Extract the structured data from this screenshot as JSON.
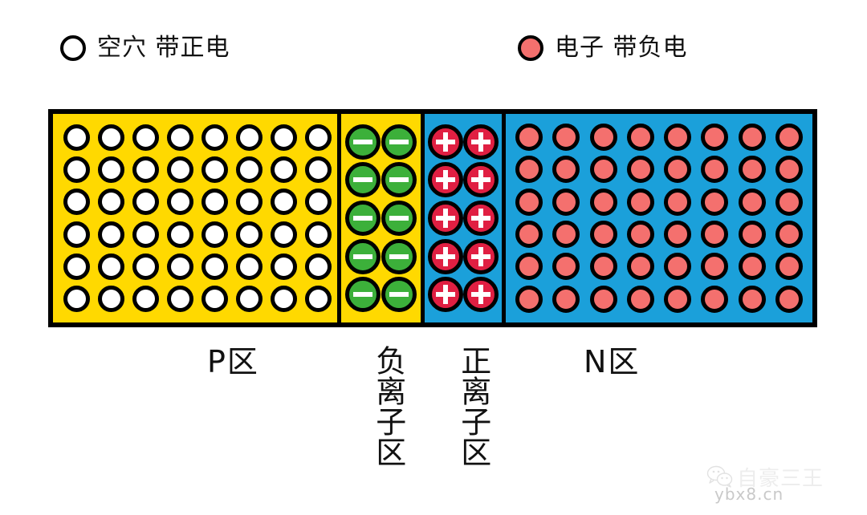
{
  "legend": {
    "hole": {
      "icon": "hole-circle-icon",
      "label": "空穴 带正电",
      "fill": "#ffffff",
      "stroke": "#000000"
    },
    "electron": {
      "icon": "electron-circle-icon",
      "label": "电子 带负电",
      "fill": "#f4706e",
      "stroke": "#000000"
    }
  },
  "diagram": {
    "border_color": "#000000",
    "zones": [
      {
        "key": "p",
        "label": "P区",
        "background": "#ffd900",
        "carrier": "hole",
        "carrier_fill": "#ffffff",
        "rows": 6,
        "cols": 8,
        "count": 48,
        "sign": ""
      },
      {
        "key": "negative_ion",
        "label": "负离子区",
        "background": "#ffd900",
        "carrier": "negative-ion",
        "carrier_fill": "#3cb03a",
        "rows": 5,
        "cols": 2,
        "count": 10,
        "sign": "−"
      },
      {
        "key": "positive_ion",
        "label": "正离子区",
        "background": "#1ba0da",
        "carrier": "positive-ion",
        "carrier_fill": "#e01f42",
        "rows": 5,
        "cols": 2,
        "count": 10,
        "sign": "+"
      },
      {
        "key": "n",
        "label": "N区",
        "background": "#1ba0da",
        "carrier": "electron",
        "carrier_fill": "#f4706e",
        "rows": 6,
        "cols": 8,
        "count": 48,
        "sign": ""
      }
    ]
  },
  "watermark": {
    "icon": "wechat-icon",
    "brand": "自豪三王",
    "site": "ybx8.cn"
  }
}
